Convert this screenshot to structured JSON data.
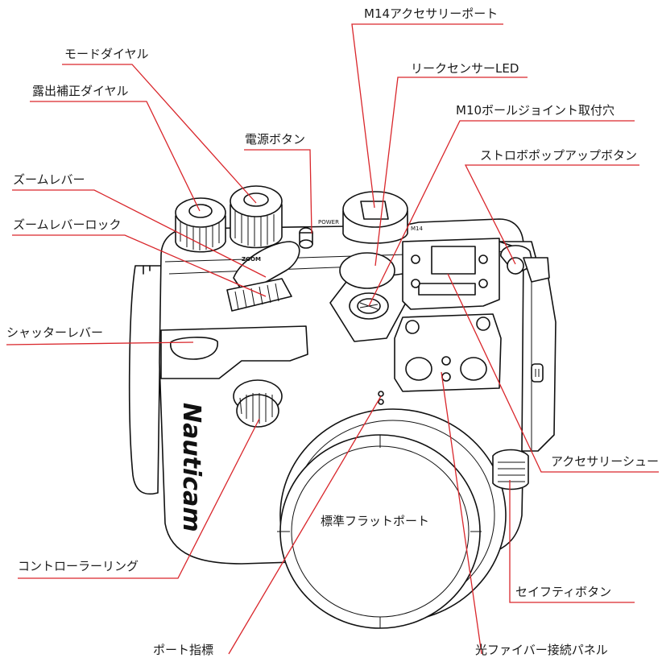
{
  "brand": "Nauticam",
  "housing_markings": {
    "port_m14": "M14",
    "zoom_mark": "ZOOM",
    "power_mark": "POWER"
  },
  "colors": {
    "leader_line": "#d9262b",
    "ink": "#111111",
    "background": "#ffffff"
  },
  "callouts": {
    "m14_port": "M14アクセサリーポート",
    "mode_dial": "モードダイヤル",
    "leak_led": "リークセンサーLED",
    "exposure_dial": "露出補正ダイヤル",
    "m10_mount": "M10ボールジョイント取付穴",
    "power_button": "電源ボタン",
    "strobe_popup": "ストロボポップアップボタン",
    "zoom_lever": "ズームレバー",
    "zoom_lock": "ズームレバーロック",
    "shutter_lever": "シャッターレバー",
    "accessory_shoe": "アクセサリーシュー",
    "flat_port": "標準フラットポート",
    "control_ring": "コントローラーリング",
    "safety_button": "セイフティボタン",
    "port_index": "ポート指標",
    "fiber_panel": "光ファイバー接続パネル"
  }
}
